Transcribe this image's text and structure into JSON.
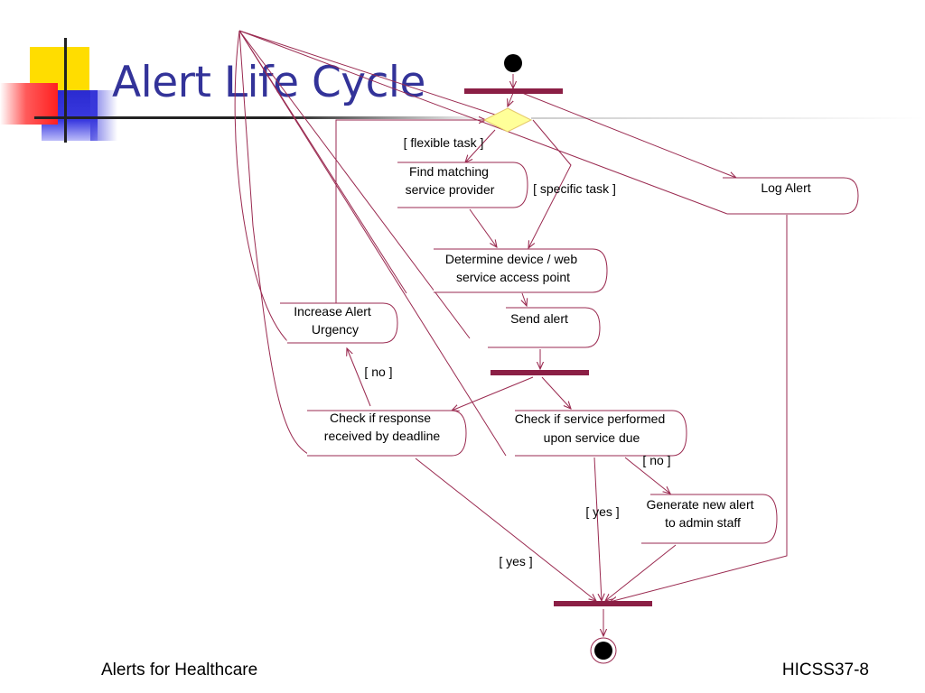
{
  "slide": {
    "title": "Alert Life Cycle",
    "footer_left": "Alerts for Healthcare",
    "footer_right": "HICSS37-8"
  },
  "colors": {
    "title": "#333399",
    "connector": "#9a2a50",
    "bar": "#8b1f45",
    "decision_fill": "#ffff99",
    "decision_stroke": "#e5c86a"
  },
  "diagram": {
    "activities": {
      "find_matching": [
        "Find matching",
        "service provider"
      ],
      "log_alert": [
        "Log Alert"
      ],
      "determine_device": [
        "Determine device / web",
        "service access point"
      ],
      "increase_urgency": [
        "Increase Alert",
        "Urgency"
      ],
      "send_alert": [
        "Send alert"
      ],
      "check_response": [
        "Check if response",
        "received by deadline"
      ],
      "check_service": [
        "Check if service performed",
        "upon service due"
      ],
      "generate_alert": [
        "Generate new alert",
        "to admin staff"
      ]
    },
    "guards": {
      "flexible_task": "[ flexible task ]",
      "specific_task": "[ specific task ]",
      "no_response": "[ no ]",
      "no_service": "[ no ]",
      "yes_service": "[ yes ]",
      "yes_response": "[ yes ]"
    }
  }
}
